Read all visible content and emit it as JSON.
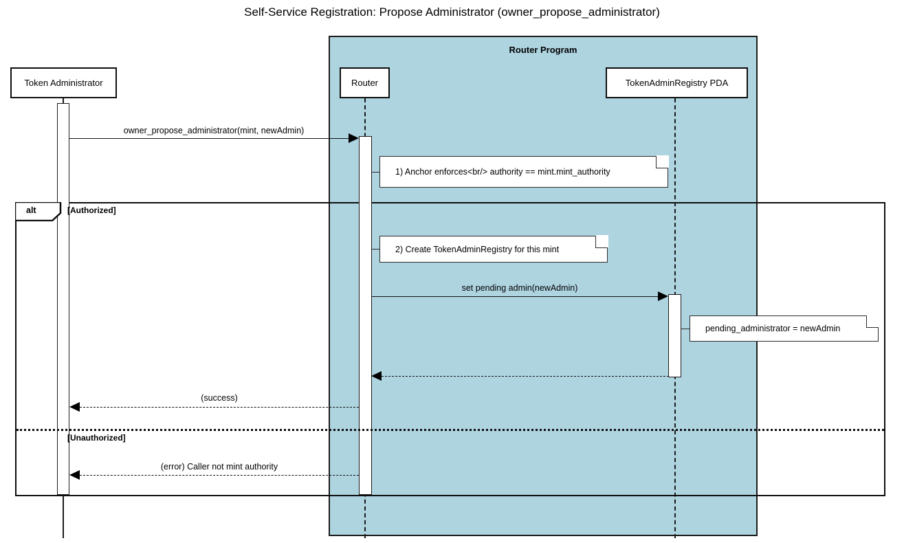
{
  "title": "Self-Service Registration: Propose Administrator (owner_propose_administrator)",
  "colors": {
    "group_fill": "#aed4e0",
    "stroke": "#0d0d0d",
    "background": "#ffffff"
  },
  "groups": [
    {
      "label": "Router Program"
    }
  ],
  "participants": [
    {
      "name": "Token Administrator"
    },
    {
      "name": "Router"
    },
    {
      "name": "TokenAdminRegistry PDA"
    }
  ],
  "messages": [
    {
      "label": "owner_propose_administrator(mint, newAdmin)",
      "kind": "call"
    },
    {
      "label": "set pending admin(newAdmin)",
      "kind": "call"
    },
    {
      "label": "(success)",
      "kind": "return"
    },
    {
      "label": "(error) Caller not mint authority",
      "kind": "return"
    }
  ],
  "notes": [
    {
      "text": "1) Anchor enforces<br/> authority == mint.mint_authority"
    },
    {
      "text": "2) Create TokenAdminRegistry for this mint"
    },
    {
      "text": "pending_administrator = newAdmin"
    }
  ],
  "fragment": {
    "operator": "alt",
    "conditions": [
      "[Authorized]",
      "[Unauthorized]"
    ]
  }
}
